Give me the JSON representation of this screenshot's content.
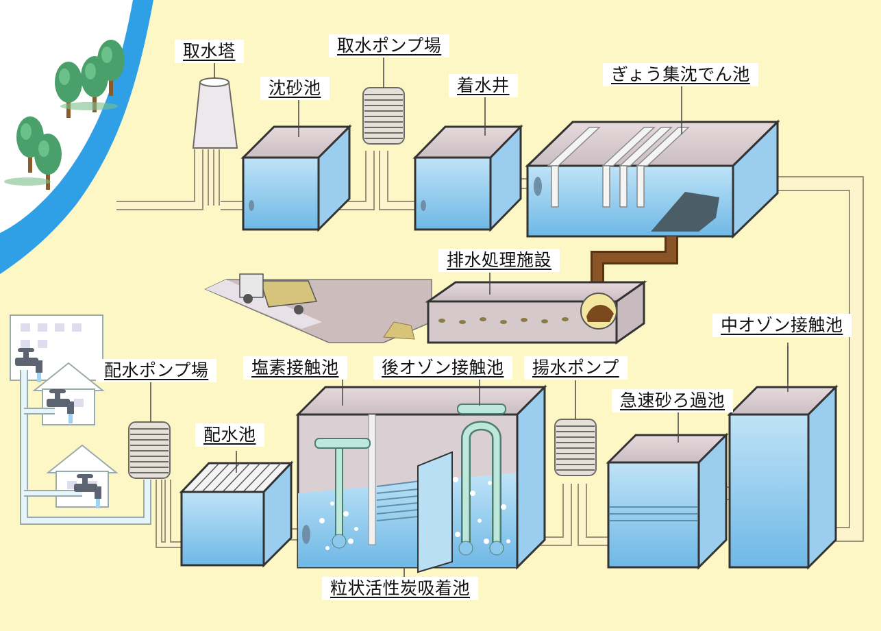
{
  "diagram": {
    "labels": {
      "intake_tower": "取水塔",
      "grit_chamber": "沈砂池",
      "intake_pump": "取水ポンプ場",
      "receiving_well": "着水井",
      "coag_sed": "ぎょう集沈でん池",
      "waste_treatment": "排水処理施設",
      "mid_ozone": "中オゾン接触池",
      "dist_pump": "配水ポンプ場",
      "chlorine": "塩素接触池",
      "post_ozone": "後オゾン接触池",
      "lift_pump": "揚水ポンプ",
      "rapid_filter": "急速砂ろ過池",
      "dist_reservoir": "配水池",
      "gac": "粒状活性炭吸着池"
    },
    "colors": {
      "background": "#fdf6c5",
      "river": "#2f9fe6",
      "pipe": "#fdf4cc",
      "pipe_outline": "#9a9278",
      "water": "#8cc8ec",
      "tank_wall": "#d9ccd0",
      "sludge": "#7a4a1e",
      "tree": "#4aa06a"
    },
    "icons": [
      "tree-icon",
      "house-icon",
      "faucet-icon",
      "truck-icon",
      "pump-icon",
      "ozone-diffuser-icon"
    ]
  }
}
